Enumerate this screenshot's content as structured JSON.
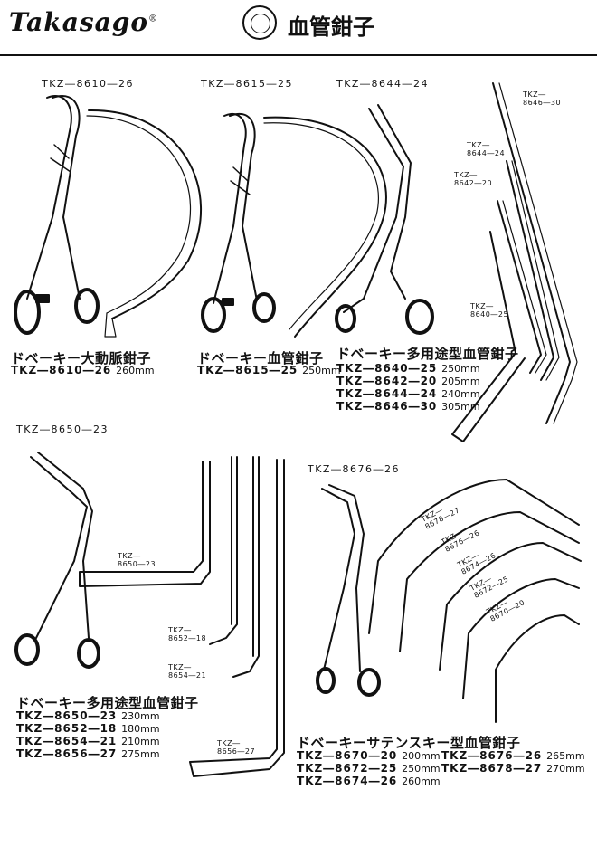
{
  "header": {
    "brand": "Takasago",
    "brand_mark": "®",
    "catalog_title": "血管鉗子"
  },
  "groups": [
    {
      "caption": "TKZ―8610―26",
      "title": "ドベーキー大動脈鉗子",
      "specs": [
        {
          "code": "TKZ―8610―26",
          "size": "260mm"
        }
      ]
    },
    {
      "caption": "TKZ―8615―25",
      "title": "ドベーキー血管鉗子",
      "specs": [
        {
          "code": "TKZ―8615―25",
          "size": "250mm"
        }
      ]
    },
    {
      "caption": "TKZ―8644―24",
      "title": "ドベーキー多用途型血管鉗子",
      "specs": [
        {
          "code": "TKZ―8640―25",
          "size": "250mm"
        },
        {
          "code": "TKZ―8642―20",
          "size": "205mm"
        },
        {
          "code": "TKZ―8644―24",
          "size": "240mm"
        },
        {
          "code": "TKZ―8646―30",
          "size": "305mm"
        }
      ],
      "labels": [
        {
          "top": "TKZ―",
          "bottom": "8646―30"
        },
        {
          "top": "TKZ―",
          "bottom": "8644―24"
        },
        {
          "top": "TKZ―",
          "bottom": "8642―20"
        },
        {
          "top": "TKZ―",
          "bottom": "8640―25"
        }
      ]
    },
    {
      "caption": "TKZ―8650―23",
      "title": "ドベーキー多用途型血管鉗子",
      "specs": [
        {
          "code": "TKZ―8650―23",
          "size": "230mm"
        },
        {
          "code": "TKZ―8652―18",
          "size": "180mm"
        },
        {
          "code": "TKZ―8654―21",
          "size": "210mm"
        },
        {
          "code": "TKZ―8656―27",
          "size": "275mm"
        }
      ],
      "labels": [
        {
          "top": "TKZ―",
          "bottom": "8650―23"
        },
        {
          "top": "TKZ―",
          "bottom": "8652―18"
        },
        {
          "top": "TKZ―",
          "bottom": "8654―21"
        },
        {
          "top": "TKZ―",
          "bottom": "8656―27"
        }
      ]
    },
    {
      "caption": "TKZ―8676―26",
      "title": "ドベーキーサテンスキー型血管鉗子",
      "specs": [
        {
          "code": "TKZ―8670―20",
          "size": "200mm"
        },
        {
          "code": "TKZ―8672―25",
          "size": "250mm"
        },
        {
          "code": "TKZ―8674―26",
          "size": "260mm"
        },
        {
          "code": "TKZ―8676―26",
          "size": "265mm"
        },
        {
          "code": "TKZ―8678―27",
          "size": "270mm"
        }
      ],
      "labels": [
        {
          "top": "TKZ―",
          "bottom": "8678―27"
        },
        {
          "top": "TKZ―",
          "bottom": "8676―26"
        },
        {
          "top": "TKZ―",
          "bottom": "8674―26"
        },
        {
          "top": "TKZ―",
          "bottom": "8672―25"
        },
        {
          "top": "TKZ―",
          "bottom": "8670―20"
        }
      ]
    }
  ]
}
